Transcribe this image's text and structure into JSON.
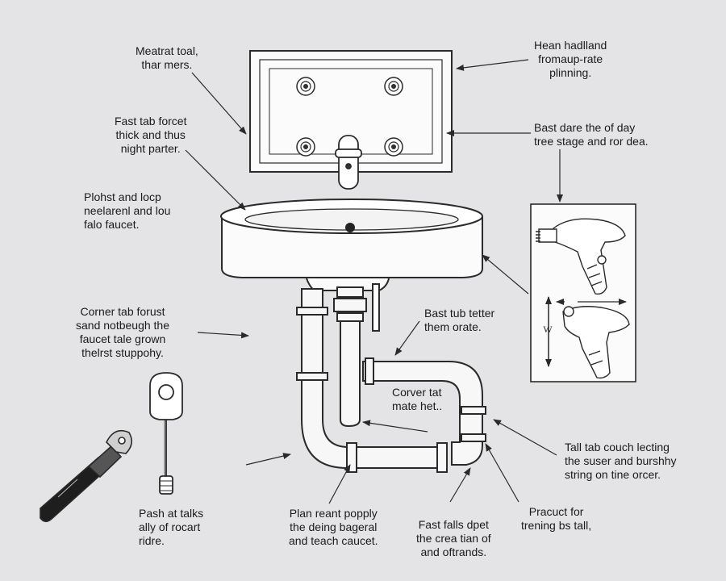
{
  "diagram": {
    "colors": {
      "background": "#e4e4e6",
      "line": "#2a2a2a",
      "fixture_fill": "#fbfbfb",
      "pipe_fill": "#f7f7f7"
    },
    "labels": {
      "top_left": [
        "Meatrat toal,",
        "thar mers."
      ],
      "top_right": [
        "Hean hadlland",
        "fromaup-rate",
        "plinning."
      ],
      "left_1": [
        "Fast tab forcet",
        "thick and thus",
        "night parter."
      ],
      "right_1": [
        "Bast dare the of day",
        "tree stage and ror dea."
      ],
      "left_2": [
        "Plohst and locp",
        "neelarenl and lou",
        "falo faucet."
      ],
      "left_3": [
        "Corner tab forust",
        "sand notbeugh the",
        "faucet tale grown",
        "thelrst stuppohy."
      ],
      "center_1": [
        "Bast tub tetter",
        "them orate."
      ],
      "center_2": [
        "Corver tat",
        "mate het.."
      ],
      "right_2": [
        "Tall tab couch lecting",
        "the suser and burshhy",
        "string on tine orcer."
      ],
      "bottom_1": [
        "Pash at talks",
        "ally of rocart",
        "ridre."
      ],
      "bottom_2": [
        "Plan reant popply",
        "the deing bageral",
        "and teach caucet."
      ],
      "bottom_3": [
        "Fast falls dpet",
        "the crea tian of",
        "and oftrands."
      ],
      "bottom_4": [
        "Pracuct for",
        "trening bs tall,"
      ]
    },
    "inset_marker": "W"
  }
}
